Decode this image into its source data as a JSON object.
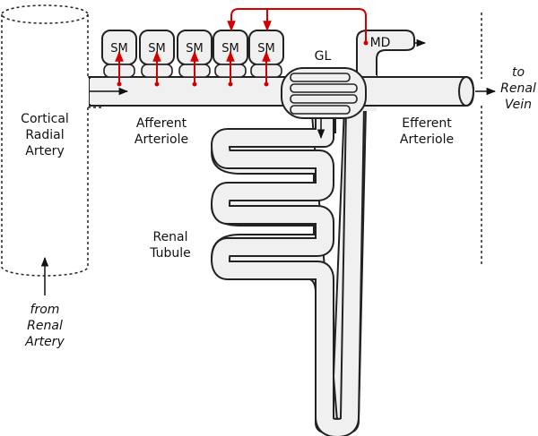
{
  "labels": {
    "cortical_radial_artery": [
      "Cortical",
      "Radial",
      "Artery"
    ],
    "from_renal_artery": [
      "from",
      "Renal",
      "Artery"
    ],
    "to_renal_vein": [
      "to",
      "Renal",
      "Vein"
    ],
    "afferent_arteriole": [
      "Afferent",
      "Arteriole"
    ],
    "efferent_arteriole": [
      "Efferent",
      "Arteriole"
    ],
    "renal_tubule": [
      "Renal",
      "Tubule"
    ],
    "glomerulus": "GL",
    "macula_densa": "MD",
    "smooth_muscle": [
      "SM",
      "SM",
      "SM",
      "SM",
      "SM"
    ]
  },
  "colors": {
    "signal": "#d40000",
    "vessel_fill": "#f0f0f0",
    "outline": "#222222"
  }
}
